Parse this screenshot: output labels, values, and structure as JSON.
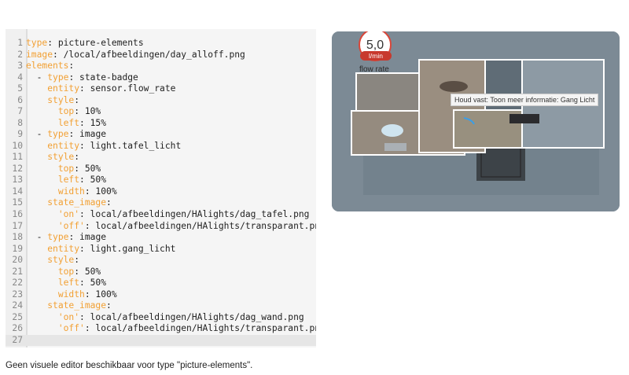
{
  "editor": {
    "lines": [
      {
        "n": "1",
        "indent": "",
        "key": "type",
        "rest": ": picture-elements"
      },
      {
        "n": "2",
        "indent": "",
        "key": "image",
        "rest": ": /local/afbeeldingen/day_alloff.png"
      },
      {
        "n": "3",
        "indent": "",
        "key": "elements",
        "rest": ":"
      },
      {
        "n": "4",
        "indent": "  - ",
        "key": "type",
        "rest": ": state-badge"
      },
      {
        "n": "5",
        "indent": "    ",
        "key": "entity",
        "rest": ": sensor.flow_rate"
      },
      {
        "n": "6",
        "indent": "    ",
        "key": "style",
        "rest": ":"
      },
      {
        "n": "7",
        "indent": "      ",
        "key": "top",
        "rest": ": 10%"
      },
      {
        "n": "8",
        "indent": "      ",
        "key": "left",
        "rest": ": 15%"
      },
      {
        "n": "9",
        "indent": "  - ",
        "key": "type",
        "rest": ": image"
      },
      {
        "n": "10",
        "indent": "    ",
        "key": "entity",
        "rest": ": light.tafel_licht"
      },
      {
        "n": "11",
        "indent": "    ",
        "key": "style",
        "rest": ":"
      },
      {
        "n": "12",
        "indent": "      ",
        "key": "top",
        "rest": ": 50%"
      },
      {
        "n": "13",
        "indent": "      ",
        "key": "left",
        "rest": ": 50%"
      },
      {
        "n": "14",
        "indent": "      ",
        "key": "width",
        "rest": ": 100%"
      },
      {
        "n": "15",
        "indent": "    ",
        "key": "state_image",
        "rest": ":"
      },
      {
        "n": "16",
        "indent": "      ",
        "key": "'on'",
        "rest": ": local/afbeeldingen/HAlights/dag_tafel.png"
      },
      {
        "n": "17",
        "indent": "      ",
        "key": "'off'",
        "rest": ": local/afbeeldingen/HAlights/transparant.png"
      },
      {
        "n": "18",
        "indent": "  - ",
        "key": "type",
        "rest": ": image"
      },
      {
        "n": "19",
        "indent": "    ",
        "key": "entity",
        "rest": ": light.gang_licht"
      },
      {
        "n": "20",
        "indent": "    ",
        "key": "style",
        "rest": ":"
      },
      {
        "n": "21",
        "indent": "      ",
        "key": "top",
        "rest": ": 50%"
      },
      {
        "n": "22",
        "indent": "      ",
        "key": "left",
        "rest": ": 50%"
      },
      {
        "n": "23",
        "indent": "      ",
        "key": "width",
        "rest": ": 100%"
      },
      {
        "n": "24",
        "indent": "    ",
        "key": "state_image",
        "rest": ":"
      },
      {
        "n": "25",
        "indent": "      ",
        "key": "'on'",
        "rest": ": local/afbeeldingen/HAlights/dag_wand.png"
      },
      {
        "n": "26",
        "indent": "      ",
        "key": "'off'",
        "rest": ": local/afbeeldingen/HAlights/transparant.png"
      },
      {
        "n": "27",
        "indent": "",
        "key": "",
        "rest": ""
      }
    ],
    "key_color": "#f2a033"
  },
  "caption": "Geen visuele editor beschikbaar voor type \"picture-elements\".",
  "preview": {
    "badge_value": "5,0",
    "badge_unit": "l/min",
    "badge_label": "flow rate",
    "tooltip": "Houd vast: Toon meer informatie: Gang Licht",
    "badge_color": "#c8392d"
  }
}
